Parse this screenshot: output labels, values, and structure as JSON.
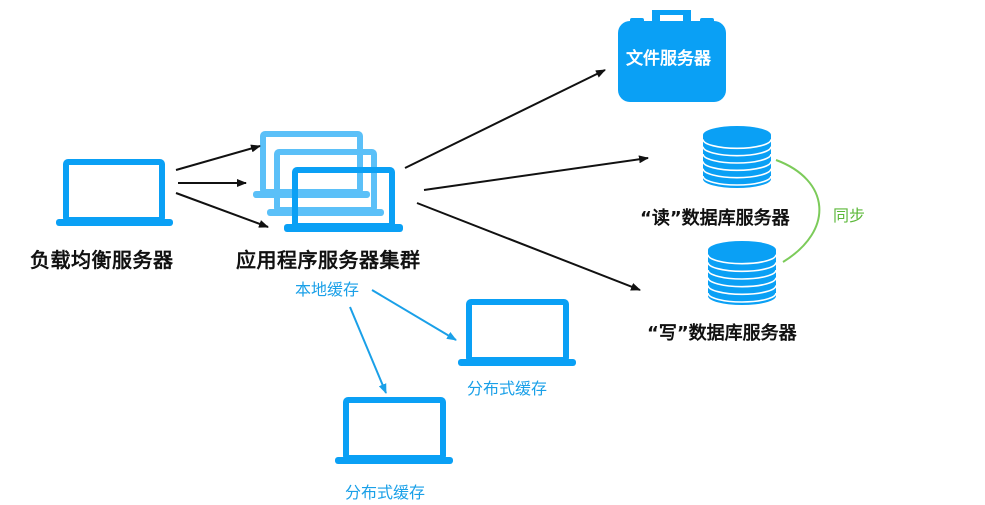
{
  "colors": {
    "primary_blue": "#0aa0f5",
    "light_blue": "#5bc0f8",
    "cache_text_blue": "#1aa0e8",
    "sync_green": "#7ccb5a",
    "arrow_black": "#111111"
  },
  "nodes": {
    "load_balancer": {
      "label": "负载均衡服务器",
      "icon": "laptop-icon"
    },
    "app_cluster": {
      "label": "应用程序服务器集群",
      "icon": "laptop-stack-icon",
      "sublabel": "本地缓存"
    },
    "file_server": {
      "label": "文件服务器",
      "icon": "briefcase-icon"
    },
    "read_db": {
      "label": "“读”数据库服务器",
      "icon": "database-icon"
    },
    "write_db": {
      "label": "“写”数据库服务器",
      "icon": "database-icon"
    },
    "dist_cache_1": {
      "label": "分布式缓存",
      "icon": "laptop-icon"
    },
    "dist_cache_2": {
      "label": "分布式缓存",
      "icon": "laptop-icon"
    }
  },
  "edges": {
    "sync_label": "同步"
  }
}
